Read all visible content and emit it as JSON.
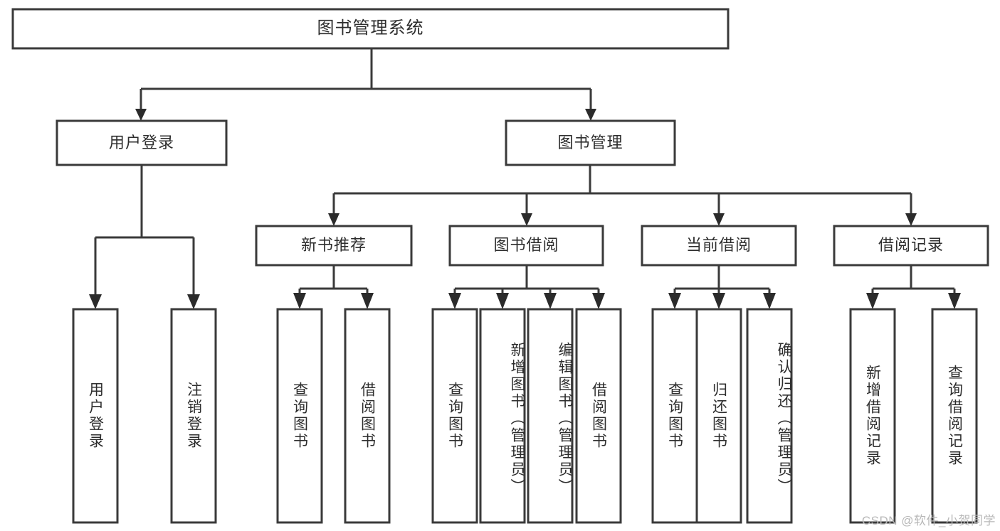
{
  "diagram": {
    "title": "图书管理系统",
    "type": "hierarchy-tree",
    "watermark": "CSDN @软件_小贺同学",
    "colors": {
      "box_stroke": "#3a3a3a",
      "box_fill": "#ffffff",
      "connector": "#3a3a3a",
      "text": "#2d2d2d",
      "watermark": "#b8b8b8",
      "background": "#ffffff"
    },
    "levels": {
      "root": {
        "label": "图书管理系统"
      },
      "level2": [
        {
          "label": "用户登录"
        },
        {
          "label": "图书管理"
        }
      ],
      "level3": [
        {
          "label": "新书推荐"
        },
        {
          "label": "图书借阅"
        },
        {
          "label": "当前借阅"
        },
        {
          "label": "借阅记录"
        }
      ],
      "leaves": [
        {
          "label": "用户登录",
          "parent": "用户登录"
        },
        {
          "label": "注销登录",
          "parent": "用户登录"
        },
        {
          "label": "查询图书",
          "parent": "新书推荐"
        },
        {
          "label": "借阅图书",
          "parent": "新书推荐"
        },
        {
          "label": "查询图书",
          "parent": "图书借阅"
        },
        {
          "label": "新增图书（管理员）",
          "parent": "图书借阅"
        },
        {
          "label": "编辑图书（管理员）",
          "parent": "图书借阅"
        },
        {
          "label": "借阅图书",
          "parent": "图书借阅"
        },
        {
          "label": "查询图书",
          "parent": "当前借阅"
        },
        {
          "label": "归还图书",
          "parent": "当前借阅"
        },
        {
          "label": "确认归还（管理员）",
          "parent": "当前借阅"
        },
        {
          "label": "新增借阅记录",
          "parent": "借阅记录"
        },
        {
          "label": "查询借阅记录",
          "parent": "借阅记录"
        }
      ]
    }
  }
}
